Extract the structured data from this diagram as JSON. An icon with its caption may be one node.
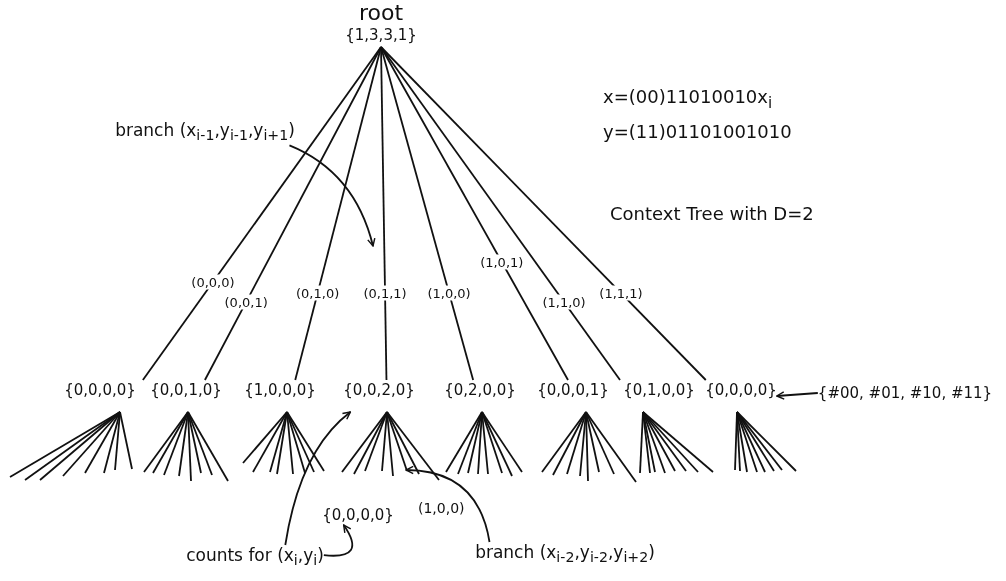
{
  "diagram": {
    "title": "Context Tree with D=2",
    "nodes": [
      {
        "text": [
          "root",
          "{1,3,3,1}"
        ]
      },
      {
        "text": [
          "{0,0,0,0}"
        ]
      },
      {
        "text": [
          "{0,0,1,0}"
        ]
      },
      {
        "text": [
          "{1,0,0,0}"
        ]
      },
      {
        "text": [
          "{0,0,2,0}"
        ]
      },
      {
        "text": [
          "{0,2,0,0}"
        ]
      },
      {
        "text": [
          "{0,0,0,1}"
        ]
      },
      {
        "text": [
          "{0,1,0,0}"
        ]
      },
      {
        "text": [
          "{0,0,0,0}"
        ]
      },
      {
        "text": [
          "{0,0,0,0}"
        ]
      },
      {
        "text": [
          "branch (x$_{i-1}$,y$_{i-1}$,y$_{i+1}$)"
        ]
      },
      {
        "text": [
          "counts for (x$_{i}$,y$_{i}$)"
        ]
      },
      {
        "text": [
          "branch (x$_{i-2}$,y$_{i-2}$,y$_{i+2}$)"
        ]
      },
      {
        "text": [
          "{#00, #01, #10, #11}"
        ]
      }
    ],
    "edges": [
      {
        "from": 0,
        "to": 1,
        "arrow": "none",
        "label": "(0,0,0)"
      },
      {
        "from": 0,
        "to": 2,
        "arrow": "none",
        "label": "(0,0,1)"
      },
      {
        "from": 0,
        "to": 3,
        "arrow": "none",
        "label": "(0,1,0)"
      },
      {
        "from": 0,
        "to": 4,
        "arrow": "none",
        "label": "(0,1,1)"
      },
      {
        "from": 0,
        "to": 5,
        "arrow": "none",
        "label": "(1,0,0)"
      },
      {
        "from": 0,
        "to": 6,
        "arrow": "none",
        "label": "(1,0,1)"
      },
      {
        "from": 0,
        "to": 7,
        "arrow": "none",
        "label": "(1,1,0)"
      },
      {
        "from": 0,
        "to": 8,
        "arrow": "none",
        "label": "(1,1,1)"
      },
      {
        "from": 1,
        "to": null,
        "arrow": "none"
      },
      {
        "from": 1,
        "to": null,
        "arrow": "none"
      },
      {
        "from": 1,
        "to": null,
        "arrow": "none"
      },
      {
        "from": 1,
        "to": null,
        "arrow": "none"
      },
      {
        "from": 1,
        "to": null,
        "arrow": "none"
      },
      {
        "from": 1,
        "to": null,
        "arrow": "none"
      },
      {
        "from": 1,
        "to": null,
        "arrow": "none"
      },
      {
        "from": 1,
        "to": null,
        "arrow": "none"
      },
      {
        "from": 2,
        "to": null,
        "arrow": "none"
      },
      {
        "from": 2,
        "to": null,
        "arrow": "none"
      },
      {
        "from": 2,
        "to": null,
        "arrow": "none"
      },
      {
        "from": 2,
        "to": null,
        "arrow": "none"
      },
      {
        "from": 2,
        "to": null,
        "arrow": "none"
      },
      {
        "from": 2,
        "to": null,
        "arrow": "none"
      },
      {
        "from": 2,
        "to": null,
        "arrow": "none"
      },
      {
        "from": 2,
        "to": null,
        "arrow": "none"
      },
      {
        "from": 3,
        "to": null,
        "arrow": "none"
      },
      {
        "from": 3,
        "to": null,
        "arrow": "none"
      },
      {
        "from": 3,
        "to": null,
        "arrow": "none"
      },
      {
        "from": 3,
        "to": null,
        "arrow": "none"
      },
      {
        "from": 3,
        "to": null,
        "arrow": "none"
      },
      {
        "from": 3,
        "to": null,
        "arrow": "none"
      },
      {
        "from": 3,
        "to": null,
        "arrow": "none"
      },
      {
        "from": 3,
        "to": null,
        "arrow": "none"
      },
      {
        "from": 4,
        "to": null,
        "arrow": "none"
      },
      {
        "from": 4,
        "to": null,
        "arrow": "none"
      },
      {
        "from": 4,
        "to": null,
        "arrow": "none"
      },
      {
        "from": 4,
        "to": null,
        "arrow": "none"
      },
      {
        "from": 4,
        "to": null,
        "arrow": "none"
      },
      {
        "from": 4,
        "to": null,
        "arrow": "none"
      },
      {
        "from": 4,
        "to": null,
        "arrow": "none"
      },
      {
        "from": 4,
        "to": null,
        "arrow": "none"
      },
      {
        "from": 5,
        "to": null,
        "arrow": "none"
      },
      {
        "from": 5,
        "to": null,
        "arrow": "none"
      },
      {
        "from": 5,
        "to": null,
        "arrow": "none"
      },
      {
        "from": 5,
        "to": null,
        "arrow": "none"
      },
      {
        "from": 5,
        "to": null,
        "arrow": "none"
      },
      {
        "from": 5,
        "to": null,
        "arrow": "none"
      },
      {
        "from": 5,
        "to": null,
        "arrow": "none"
      },
      {
        "from": 5,
        "to": null,
        "arrow": "none"
      },
      {
        "from": 6,
        "to": null,
        "arrow": "none"
      },
      {
        "from": 6,
        "to": null,
        "arrow": "none"
      },
      {
        "from": 6,
        "to": null,
        "arrow": "none"
      },
      {
        "from": 6,
        "to": null,
        "arrow": "none"
      },
      {
        "from": 6,
        "to": null,
        "arrow": "none"
      },
      {
        "from": 6,
        "to": null,
        "arrow": "none"
      },
      {
        "from": 6,
        "to": null,
        "arrow": "none"
      },
      {
        "from": 6,
        "to": null,
        "arrow": "none"
      },
      {
        "from": 7,
        "to": null,
        "arrow": "none"
      },
      {
        "from": 7,
        "to": null,
        "arrow": "none"
      },
      {
        "from": 7,
        "to": null,
        "arrow": "none"
      },
      {
        "from": 7,
        "to": null,
        "arrow": "none"
      },
      {
        "from": 7,
        "to": null,
        "arrow": "none"
      },
      {
        "from": 7,
        "to": null,
        "arrow": "none"
      },
      {
        "from": 7,
        "to": null,
        "arrow": "none"
      },
      {
        "from": 7,
        "to": null,
        "arrow": "none"
      },
      {
        "from": 8,
        "to": null,
        "arrow": "none"
      },
      {
        "from": 8,
        "to": null,
        "arrow": "none"
      },
      {
        "from": 8,
        "to": null,
        "arrow": "none"
      },
      {
        "from": 8,
        "to": null,
        "arrow": "none"
      },
      {
        "from": 8,
        "to": null,
        "arrow": "none"
      },
      {
        "from": 8,
        "to": null,
        "arrow": "none"
      },
      {
        "from": 8,
        "to": null,
        "arrow": "none"
      },
      {
        "from": 8,
        "to": null,
        "arrow": "none"
      },
      {
        "from": 10,
        "to": null,
        "arrow": "to"
      },
      {
        "from": 11,
        "to": 4,
        "arrow": "to"
      },
      {
        "from": 11,
        "to": 9,
        "arrow": "to"
      },
      {
        "from": 12,
        "to": null,
        "arrow": "to"
      },
      {
        "from": 13,
        "to": 8,
        "arrow": "to"
      }
    ],
    "labels": [
      "x=(00)11010010x$_{i}$",
      "y=(11)01101001010",
      "(1,0,0)"
    ]
  }
}
